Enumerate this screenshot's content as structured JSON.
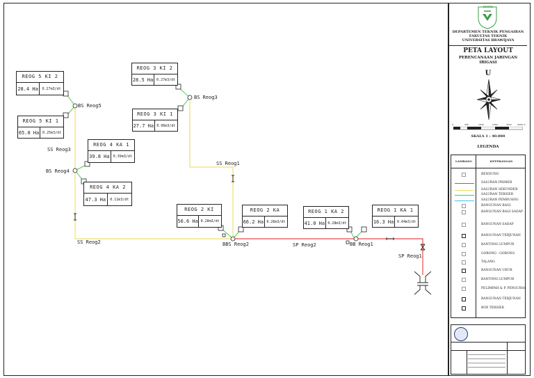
{
  "title_block": {
    "institution": [
      "DEPARTEMEN TEKNIK PENGAIRAN",
      "FAKULTAS TEKNIK",
      "UNIVERSITAS BRAWIJAYA"
    ],
    "logo_text": "HMPK",
    "title": "PETA LAYOUT",
    "subtitle": [
      "PERENCANAAN JARINGAN",
      "IRIGASI"
    ],
    "north": "U",
    "scale": "SKALA 1 : 40.000",
    "scale_ticks": [
      "0",
      "400",
      "1600",
      "2400",
      "3200",
      "4000 m"
    ],
    "legend_title": "LEGENDA",
    "legend_header": {
      "symbol": "LAMBANG",
      "desc": "KETERANGAN"
    },
    "legend": [
      {
        "icon": "bendung-icon",
        "label": "BENDUNG",
        "color": "#999999"
      },
      {
        "icon": "saluran-primer-line",
        "label": "SALURAN PRIMER",
        "color": "#e84040"
      },
      {
        "icon": "saluran-sekunder-line",
        "label": "SALURAN SEKUNDER",
        "color": "#f0e060"
      },
      {
        "icon": "saluran-tersier-line",
        "label": "SALURAN TERSIER",
        "color": "#40d040"
      },
      {
        "icon": "saluran-pembuang-line",
        "label": "SALURAN PEMBUANG",
        "color": "#40c0f0"
      },
      {
        "icon": "bangunan-bagi-icon",
        "label": "BANGUNAN BAGI",
        "color": "#999999"
      },
      {
        "icon": "bangunan-bagi-sadap-icon",
        "label": "BANGUNAN BAGI SADAP",
        "color": "#999999"
      },
      {
        "icon": "bangunan-sadap-icon",
        "label": "BANGUNAN SADAP",
        "color": "#999999"
      },
      {
        "icon": "bangunan-terjunan-icon",
        "label": "BANGUNAN TERJUNAN",
        "color": "#222222"
      },
      {
        "icon": "kantong-lumpur-icon",
        "label": "KANTONG LUMPUR",
        "color": "#999999"
      },
      {
        "icon": "gorong-icon",
        "label": "GORONG - GORONG",
        "color": "#999999"
      },
      {
        "icon": "talang-icon",
        "label": "TALANG",
        "color": "#999999"
      },
      {
        "icon": "bangunan-ukur-icon",
        "label": "BANGUNAN UKUR",
        "color": "#222222"
      },
      {
        "icon": "kantong-lumpur-icon",
        "label": "KANTONG LUMPUR",
        "color": "#999999"
      },
      {
        "icon": "pelimpah-icon",
        "label": "PELIMPAH & P. PENGURAS",
        "color": "#999999"
      },
      {
        "icon": "bangunan-terjunan-icon",
        "label": "BANGUNAN TERJUNAN",
        "color": "#222222"
      },
      {
        "icon": "box-tersier-icon",
        "label": "BOX TERSIER",
        "color": "#222222"
      }
    ]
  },
  "plots": [
    {
      "id": "ki2-5",
      "name": "REOG 5 KI 2",
      "area": "28.4 Ha",
      "flow": "0.27m3/dt"
    },
    {
      "id": "ki1-5",
      "name": "REOG 5 KI 1",
      "area": "65.0 Ha",
      "flow": "0.25m3/dt"
    },
    {
      "id": "ki2-3",
      "name": "REOG 3 KI 2",
      "area": "28.5 Ha",
      "flow": "0.27m3/dt"
    },
    {
      "id": "ki1-3",
      "name": "REOG 3 KI 1",
      "area": "27.7 Ha",
      "flow": "0.06m3/dt"
    },
    {
      "id": "ka1-4",
      "name": "REOG 4 KA 1",
      "area": "39.8 Ha",
      "flow": "0.39m3/dt"
    },
    {
      "id": "ka2-4",
      "name": "REOG 4 KA 2",
      "area": "47.3 Ha",
      "flow": "0.11m3/dt"
    },
    {
      "id": "ki-2",
      "name": "REOG 2 KI",
      "area": "56.6 Ha",
      "flow": "0.28m3/dt"
    },
    {
      "id": "ka-2",
      "name": "REOG 2 KA",
      "area": "66.2 Ha",
      "flow": "0.26m3/dt"
    },
    {
      "id": "ka2-1",
      "name": "REOG 1 KA 2",
      "area": "41.0 Ha",
      "flow": "0.28m3/dt"
    },
    {
      "id": "ka1-1",
      "name": "REOG 1 KA 1",
      "area": "16.3 Ha",
      "flow": "0.04m3/dt"
    }
  ],
  "labels": {
    "bs5": "BS Reog5",
    "bs3": "BS Reog3",
    "ss3": "SS Reog3",
    "bs4": "BS Reog4",
    "ss1": "SS Reog1",
    "ss2": "SS Reog2",
    "bbs2": "BBS Reog2",
    "sp2": "SP Reog2",
    "bb1": "BB Reog1",
    "sp1": "SP Reog1"
  }
}
